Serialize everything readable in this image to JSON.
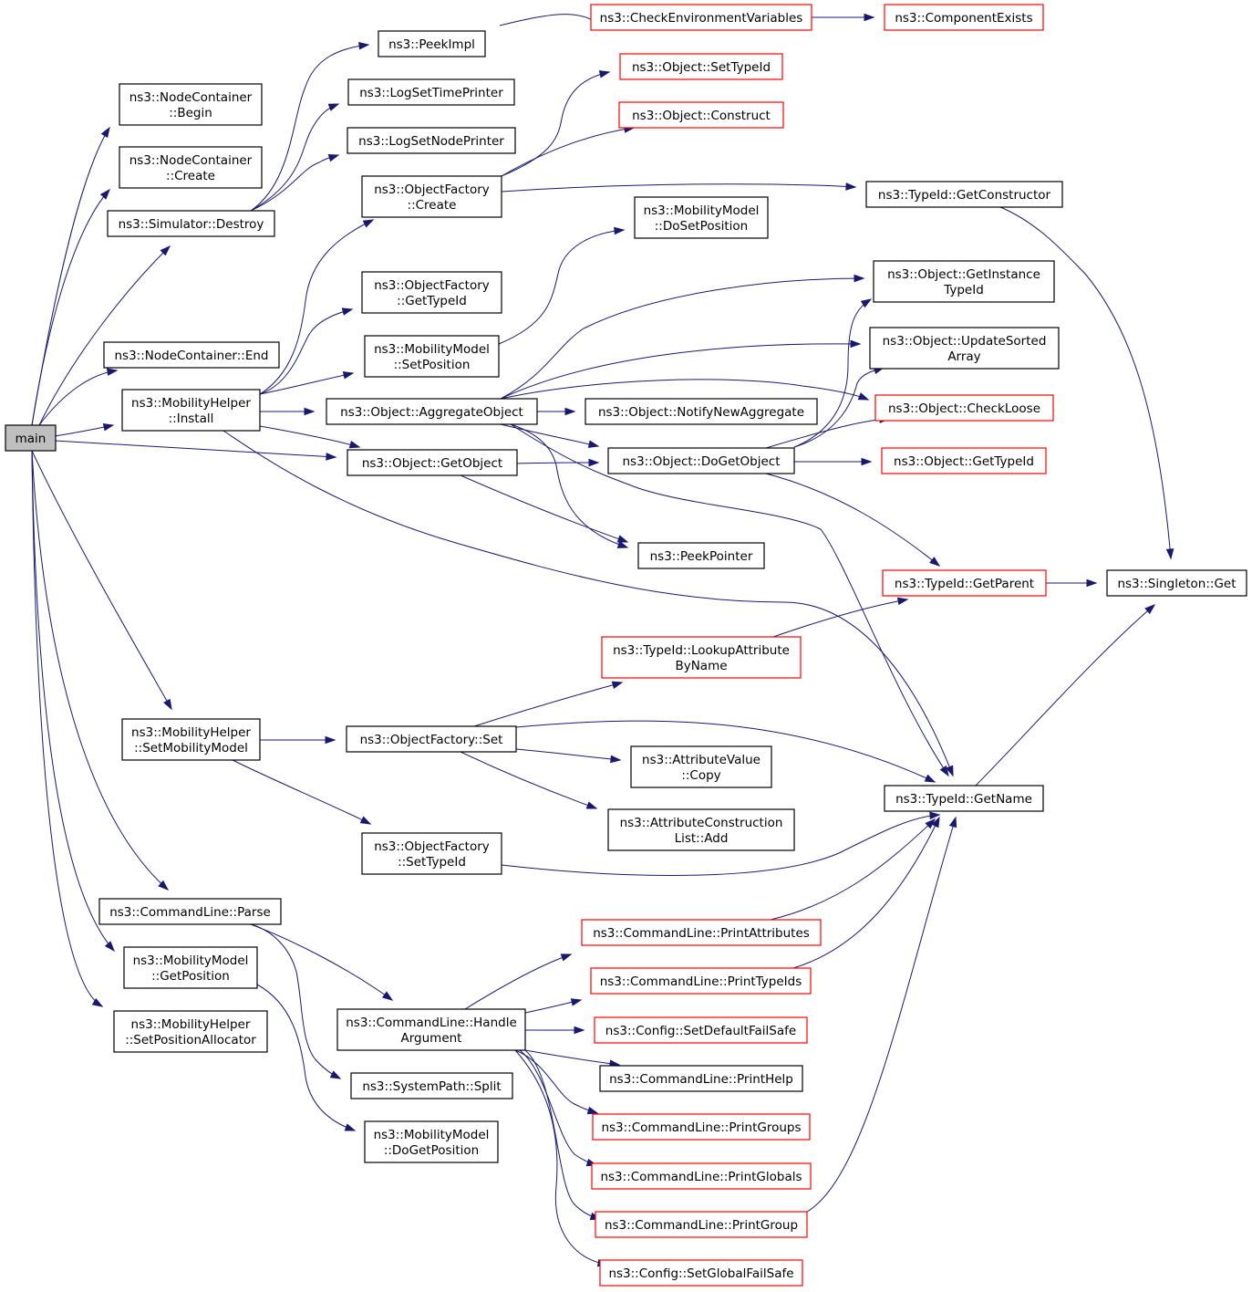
{
  "graph": {
    "colors": {
      "edge": "#191970",
      "border_normal": "#000000",
      "border_truncated": "#ff0000",
      "root_fill": "#bfbfbf"
    },
    "nodes": [
      {
        "id": "main",
        "lines": [
          "main"
        ],
        "root": true
      },
      {
        "id": "nc_begin",
        "lines": [
          "ns3::NodeContainer",
          "::Begin"
        ]
      },
      {
        "id": "nc_create",
        "lines": [
          "ns3::NodeContainer",
          "::Create"
        ]
      },
      {
        "id": "sim_destroy",
        "lines": [
          "ns3::Simulator::Destroy"
        ]
      },
      {
        "id": "nc_end",
        "lines": [
          "ns3::NodeContainer::End"
        ]
      },
      {
        "id": "mh_install",
        "lines": [
          "ns3::MobilityHelper",
          "::Install"
        ]
      },
      {
        "id": "mh_setmm",
        "lines": [
          "ns3::MobilityHelper",
          "::SetMobilityModel"
        ]
      },
      {
        "id": "cl_parse",
        "lines": [
          "ns3::CommandLine::Parse"
        ]
      },
      {
        "id": "mm_getpos",
        "lines": [
          "ns3::MobilityModel",
          "::GetPosition"
        ]
      },
      {
        "id": "mh_setpa",
        "lines": [
          "ns3::MobilityHelper",
          "::SetPositionAllocator"
        ]
      },
      {
        "id": "peekimpl",
        "lines": [
          "ns3::PeekImpl"
        ]
      },
      {
        "id": "logtime",
        "lines": [
          "ns3::LogSetTimePrinter"
        ]
      },
      {
        "id": "lognode",
        "lines": [
          "ns3::LogSetNodePrinter"
        ]
      },
      {
        "id": "of_create",
        "lines": [
          "ns3::ObjectFactory",
          "::Create"
        ]
      },
      {
        "id": "of_gettid",
        "lines": [
          "ns3::ObjectFactory",
          "::GetTypeId"
        ]
      },
      {
        "id": "mm_setpos",
        "lines": [
          "ns3::MobilityModel",
          "::SetPosition"
        ]
      },
      {
        "id": "obj_agg",
        "lines": [
          "ns3::Object::AggregateObject"
        ]
      },
      {
        "id": "obj_getobj",
        "lines": [
          "ns3::Object::GetObject"
        ]
      },
      {
        "id": "of_set",
        "lines": [
          "ns3::ObjectFactory::Set"
        ]
      },
      {
        "id": "of_settid",
        "lines": [
          "ns3::ObjectFactory",
          "::SetTypeId"
        ]
      },
      {
        "id": "cl_handle",
        "lines": [
          "ns3::CommandLine::Handle",
          "Argument"
        ]
      },
      {
        "id": "sp_split",
        "lines": [
          "ns3::SystemPath::Split"
        ]
      },
      {
        "id": "mm_dogetpos",
        "lines": [
          "ns3::MobilityModel",
          "::DoGetPosition"
        ]
      },
      {
        "id": "check_env",
        "lines": [
          "ns3::CheckEnvironmentVariables"
        ],
        "truncated": true
      },
      {
        "id": "obj_settid",
        "lines": [
          "ns3::Object::SetTypeId"
        ],
        "truncated": true
      },
      {
        "id": "obj_construct",
        "lines": [
          "ns3::Object::Construct"
        ],
        "truncated": true
      },
      {
        "id": "mm_dosetpos",
        "lines": [
          "ns3::MobilityModel",
          "::DoSetPosition"
        ]
      },
      {
        "id": "obj_notify",
        "lines": [
          "ns3::Object::NotifyNewAggregate"
        ]
      },
      {
        "id": "obj_dogetobj",
        "lines": [
          "ns3::Object::DoGetObject"
        ]
      },
      {
        "id": "peekptr",
        "lines": [
          "ns3::PeekPointer"
        ]
      },
      {
        "id": "tid_lookup",
        "lines": [
          "ns3::TypeId::LookupAttribute",
          "ByName"
        ],
        "truncated": true
      },
      {
        "id": "av_copy",
        "lines": [
          "ns3::AttributeValue",
          "::Copy"
        ]
      },
      {
        "id": "acl_add",
        "lines": [
          "ns3::AttributeConstruction",
          "List::Add"
        ]
      },
      {
        "id": "cl_pattr",
        "lines": [
          "ns3::CommandLine::PrintAttributes"
        ],
        "truncated": true
      },
      {
        "id": "cl_ptids",
        "lines": [
          "ns3::CommandLine::PrintTypeIds"
        ],
        "truncated": true
      },
      {
        "id": "cfg_setdef",
        "lines": [
          "ns3::Config::SetDefaultFailSafe"
        ],
        "truncated": true
      },
      {
        "id": "cl_phelp",
        "lines": [
          "ns3::CommandLine::PrintHelp"
        ]
      },
      {
        "id": "cl_pgroups",
        "lines": [
          "ns3::CommandLine::PrintGroups"
        ],
        "truncated": true
      },
      {
        "id": "cl_pglobals",
        "lines": [
          "ns3::CommandLine::PrintGlobals"
        ],
        "truncated": true
      },
      {
        "id": "cl_pgroup",
        "lines": [
          "ns3::CommandLine::PrintGroup"
        ],
        "truncated": true
      },
      {
        "id": "cfg_setglob",
        "lines": [
          "ns3::Config::SetGlobalFailSafe"
        ],
        "truncated": true
      },
      {
        "id": "comp_exists",
        "lines": [
          "ns3::ComponentExists"
        ],
        "truncated": true
      },
      {
        "id": "tid_getctor",
        "lines": [
          "ns3::TypeId::GetConstructor"
        ]
      },
      {
        "id": "obj_getinst",
        "lines": [
          "ns3::Object::GetInstance",
          "TypeId"
        ]
      },
      {
        "id": "obj_updsort",
        "lines": [
          "ns3::Object::UpdateSorted",
          "Array"
        ]
      },
      {
        "id": "obj_checkloose",
        "lines": [
          "ns3::Object::CheckLoose"
        ],
        "truncated": true
      },
      {
        "id": "obj_gettypeid",
        "lines": [
          "ns3::Object::GetTypeId"
        ],
        "truncated": true
      },
      {
        "id": "tid_getparent",
        "lines": [
          "ns3::TypeId::GetParent"
        ],
        "truncated": true
      },
      {
        "id": "tid_getname",
        "lines": [
          "ns3::TypeId::GetName"
        ]
      },
      {
        "id": "singleton_get",
        "lines": [
          "ns3::Singleton::Get"
        ]
      }
    ]
  }
}
